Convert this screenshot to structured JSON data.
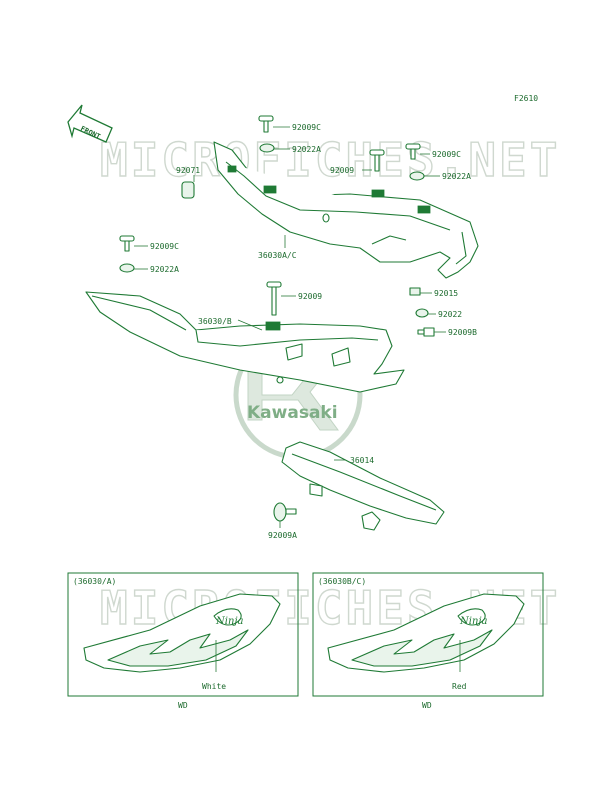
{
  "figure_code": "F2610",
  "front_label": "FRONT",
  "watermark_text": "MICROFICHES.NET",
  "logo_text": "Kawasaki",
  "colors": {
    "line": "#1f7a35",
    "label": "#1d6b2e",
    "watermark": "#cfd8cf"
  },
  "parts": {
    "p92009c_a": "92009C",
    "p92022a_a": "92022A",
    "p92071": "92071",
    "p92009_a": "92009",
    "p92009c_b": "92009C",
    "p92022a_b": "92022A",
    "p36030ac": "36030A/C",
    "p92009c_c": "92009C",
    "p92022a_c": "92022A",
    "p92009_b": "92009",
    "p36030b": "36030/B",
    "p92015": "92015",
    "p92022": "92022",
    "p92009b": "92009B",
    "p36014": "36014",
    "p92009a": "92009A"
  },
  "inset_left": {
    "title": "(36030/A)",
    "color": "White",
    "footer": "WD"
  },
  "inset_right": {
    "title": "(36030B/C)",
    "color": "Red",
    "footer": "WD"
  }
}
